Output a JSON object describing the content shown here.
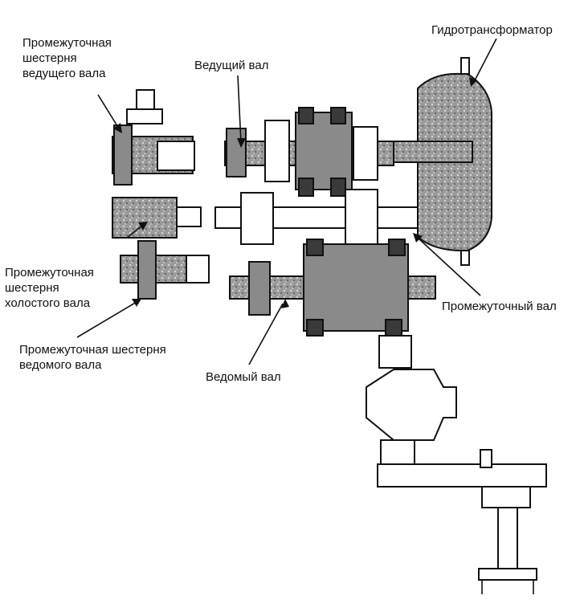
{
  "labels": {
    "converter": "Гидротрансформатор",
    "input_shaft": "Ведущий вал",
    "input_idler_line1": "Промежуточная",
    "input_idler_line2": "шестерня",
    "input_idler_line3": "ведущего вала",
    "idle_idler_line1": "Промежуточная",
    "idle_idler_line2": "шестерня",
    "idle_idler_line3": "холостого вала",
    "output_idler_line1": "Промежуточная шестерня",
    "output_idler_line2": "ведомого вала",
    "intermediate_shaft": "Промежуточный вал",
    "output_shaft": "Ведомый вал"
  }
}
